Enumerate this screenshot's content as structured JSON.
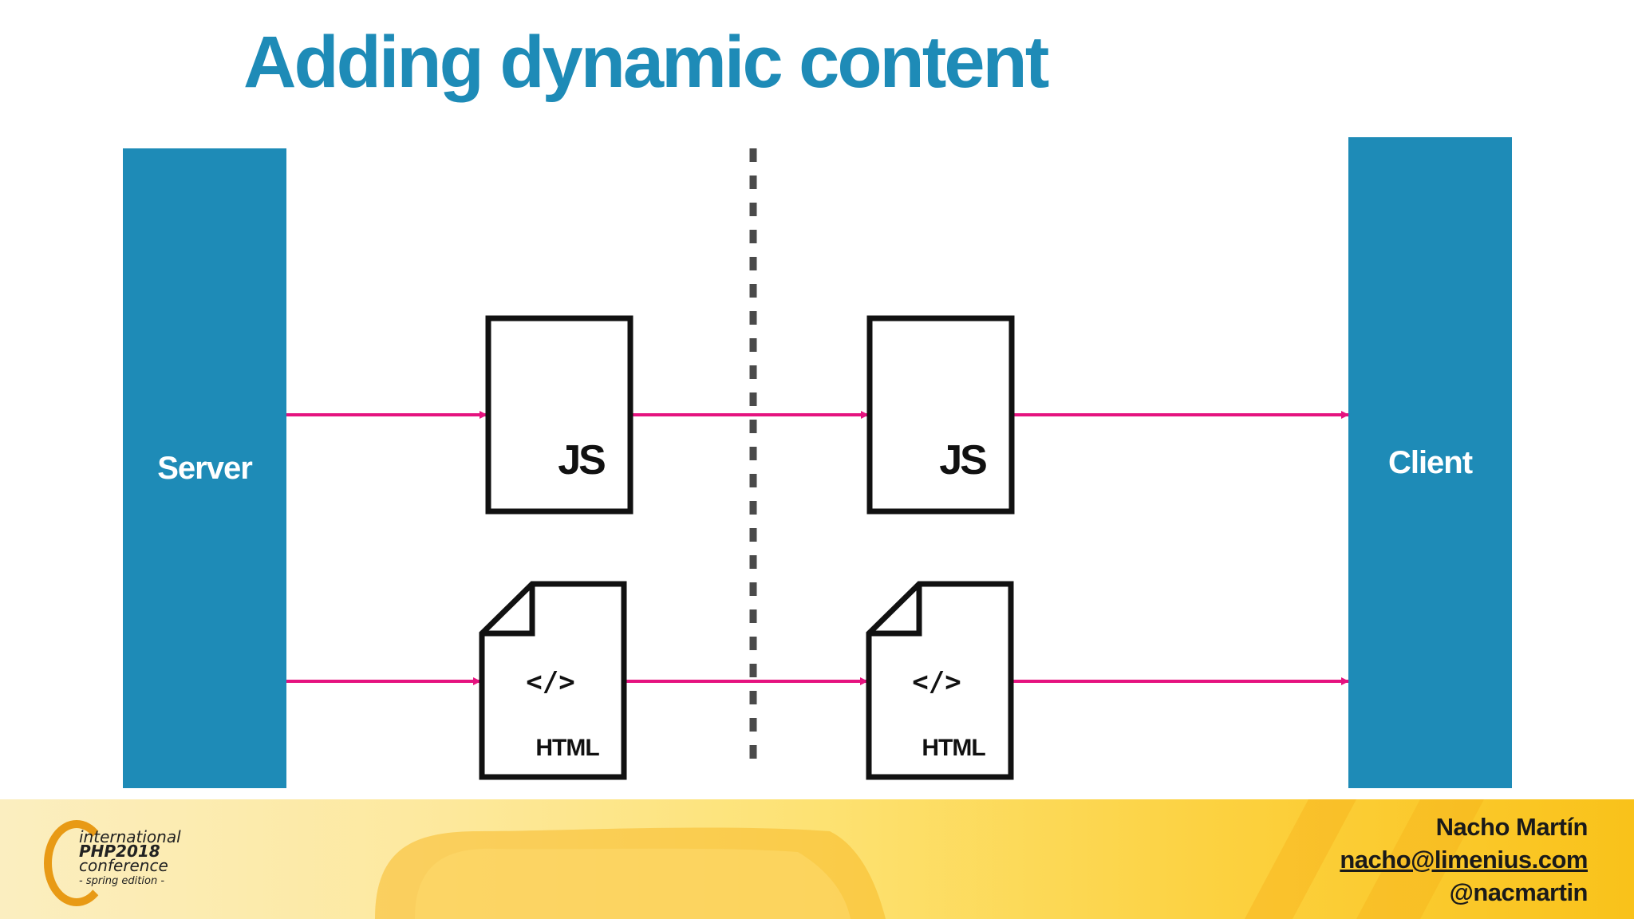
{
  "slide": {
    "title": "Adding dynamic content"
  },
  "diagram": {
    "server_label": "Server",
    "client_label": "Client",
    "js_file_label": "JS",
    "html_file_code": "</>",
    "html_file_label": "HTML"
  },
  "footer": {
    "logo": {
      "line1": "international",
      "line2": "PHP2018",
      "line3": "conference",
      "line4": "- spring edition -"
    },
    "author_name": "Nacho Martín",
    "author_email": "nacho@limenius.com",
    "author_handle": "@nacmartin"
  },
  "colors": {
    "accent_blue": "#1e8bb7",
    "arrow_magenta": "#e5137f",
    "divider_gray": "#4a4a4a",
    "footer_yellow": "#fcd13f"
  }
}
